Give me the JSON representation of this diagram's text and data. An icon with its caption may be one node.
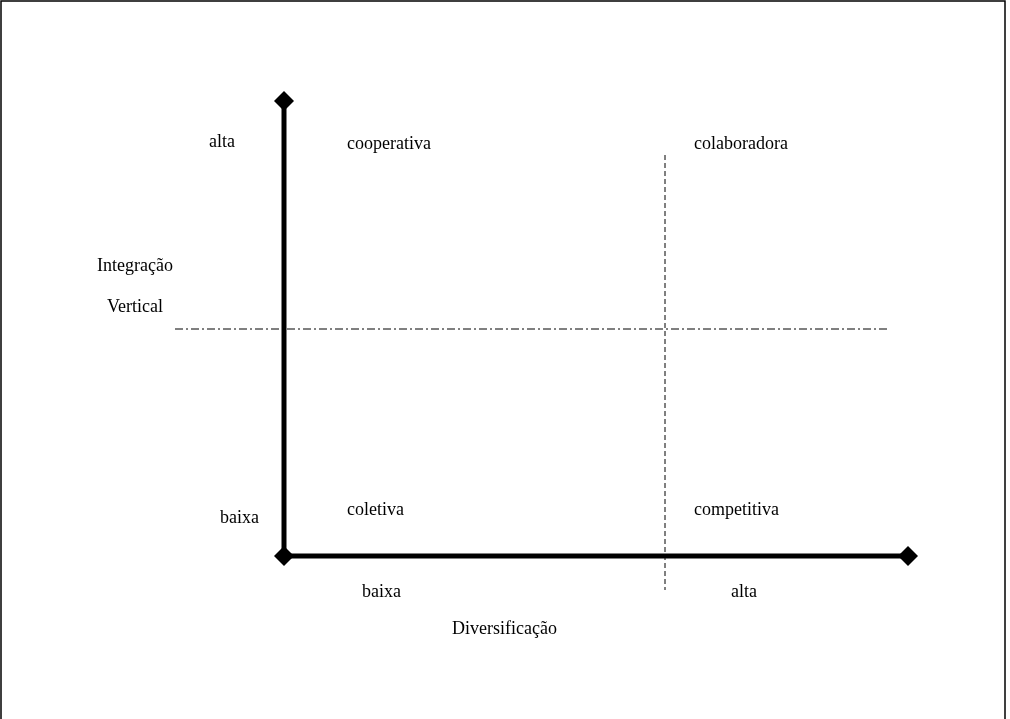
{
  "diagram": {
    "labels": [
      "alta",
      "cooperativa",
      "colaboradora",
      "Integração Vertical",
      "baixa",
      "coletiva",
      "competitiva",
      "baixa",
      "alta",
      "Diversificação"
    ]
  }
}
